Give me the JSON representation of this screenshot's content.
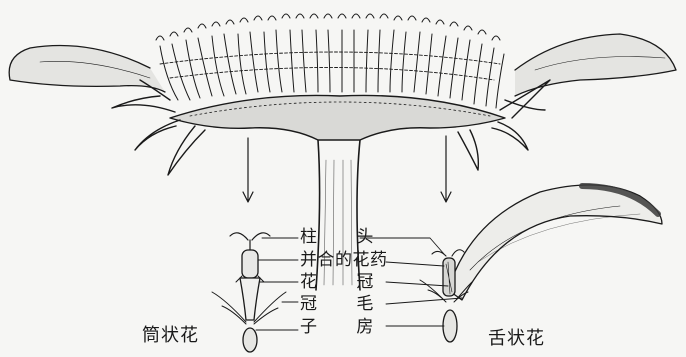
{
  "labels": {
    "stigma": "柱 头",
    "anther": "并合的花药",
    "corolla": "花 冠",
    "pappus": "冠 毛",
    "ovary": "子 房"
  },
  "captions": {
    "tubular": "筒状花",
    "ligulate": "舌状花"
  },
  "colors": {
    "ink": "#1a1a1a",
    "paper": "#f6f6f4"
  }
}
